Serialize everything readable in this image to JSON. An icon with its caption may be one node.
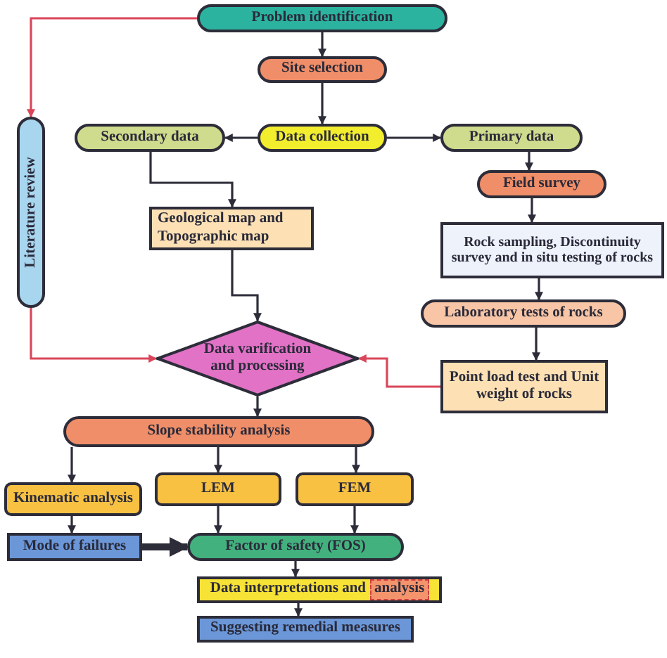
{
  "diagram": {
    "nodes": [
      {
        "text": [
          "Problem identification"
        ]
      },
      {
        "text": [
          "Site selection"
        ]
      },
      {
        "text": [
          "Literature review"
        ]
      },
      {
        "text": [
          "Secondary data"
        ]
      },
      {
        "text": [
          "Data collection"
        ]
      },
      {
        "text": [
          "Primary data"
        ]
      },
      {
        "text": [
          "Field survey"
        ]
      },
      {
        "text": [
          "Geological map and Topographic map"
        ]
      },
      {
        "text": [
          "Rock sampling, Discontinuity survey and in situ testing of rocks"
        ]
      },
      {
        "text": [
          "Laboratory tests of rocks"
        ]
      },
      {
        "text": [
          "Data varification and processing"
        ]
      },
      {
        "text": [
          "Point load test and Unit weight of rocks"
        ]
      },
      {
        "text": [
          "Slope stability analysis"
        ]
      },
      {
        "text": [
          "Kinematic analysis"
        ]
      },
      {
        "text": [
          "LEM"
        ]
      },
      {
        "text": [
          "FEM"
        ]
      },
      {
        "text": [
          "Mode of failures"
        ]
      },
      {
        "text": [
          "Factor of safety (FOS)"
        ]
      },
      {
        "text": [
          "Data interpretations and",
          "analysis"
        ]
      },
      {
        "text": [
          "Suggesting remedial measures"
        ]
      }
    ],
    "edges": [
      {
        "from": 0,
        "to": 1,
        "arrow": "to"
      },
      {
        "from": 1,
        "to": 4,
        "arrow": "to"
      },
      {
        "from": 4,
        "to": 3,
        "arrow": "to"
      },
      {
        "from": 4,
        "to": 5,
        "arrow": "to"
      },
      {
        "from": 0,
        "to": 2,
        "arrow": "to",
        "color": "#d9465a"
      },
      {
        "from": 3,
        "to": 7,
        "arrow": "to"
      },
      {
        "from": 5,
        "to": 6,
        "arrow": "to"
      },
      {
        "from": 6,
        "to": 8,
        "arrow": "to"
      },
      {
        "from": 8,
        "to": 9,
        "arrow": "to"
      },
      {
        "from": 9,
        "to": 11,
        "arrow": "to"
      },
      {
        "from": 7,
        "to": 10,
        "arrow": "to"
      },
      {
        "from": 2,
        "to": 10,
        "arrow": "to",
        "color": "#d9465a"
      },
      {
        "from": 11,
        "to": 10,
        "arrow": "to",
        "color": "#d9465a"
      },
      {
        "from": 10,
        "to": 12,
        "arrow": "to"
      },
      {
        "from": 12,
        "to": 13,
        "arrow": "to"
      },
      {
        "from": 12,
        "to": 14,
        "arrow": "to"
      },
      {
        "from": 12,
        "to": 15,
        "arrow": "to"
      },
      {
        "from": 13,
        "to": 16,
        "arrow": "to"
      },
      {
        "from": 14,
        "to": 17,
        "arrow": "to"
      },
      {
        "from": 15,
        "to": 17,
        "arrow": "to"
      },
      {
        "from": 16,
        "to": 17,
        "arrow": "to",
        "style": "thick"
      },
      {
        "from": 17,
        "to": 18,
        "arrow": "to"
      },
      {
        "from": 18,
        "to": 19,
        "arrow": "to"
      }
    ]
  }
}
